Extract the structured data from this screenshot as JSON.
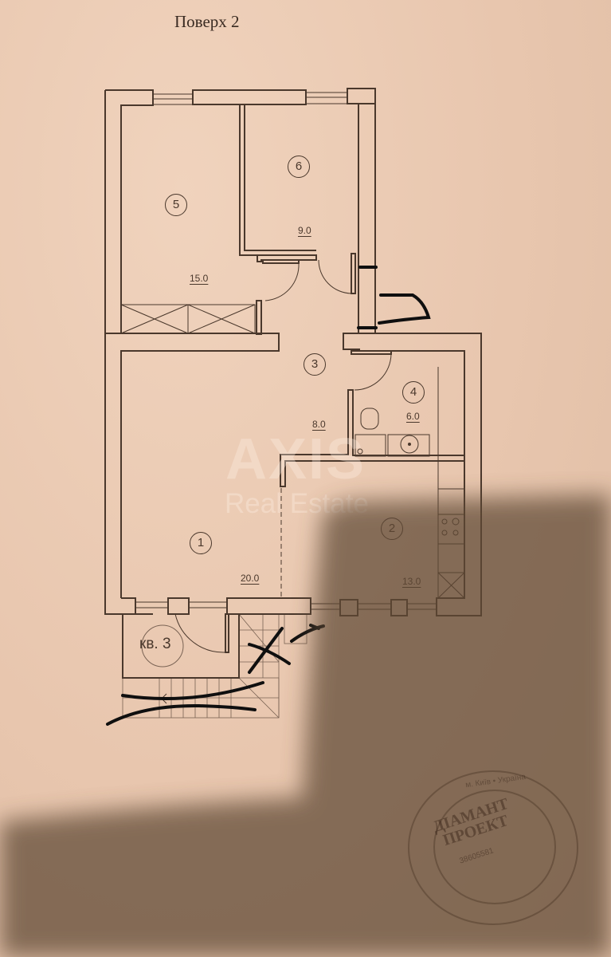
{
  "document": {
    "title": "Поверх 2",
    "watermark": {
      "main": "AXIS",
      "sub": "Real Estate"
    },
    "apartment_label": "кв. 3",
    "stamp": {
      "name": "ДІАМАНТ ПРОЕКТ",
      "ring_text": "м. Київ • Україна",
      "code": "38605581"
    }
  },
  "rooms": [
    {
      "number": "1",
      "area": "20.0"
    },
    {
      "number": "2",
      "area": "13.0"
    },
    {
      "number": "3",
      "area": "8.0"
    },
    {
      "number": "4",
      "area": "6.0"
    },
    {
      "number": "5",
      "area": "15.0"
    },
    {
      "number": "6",
      "area": "9.0"
    }
  ],
  "colors": {
    "paper": "#e9c9b2",
    "wall_line": "#4a382c",
    "shadow": "#5f4a35",
    "marker": "#0f0f0f"
  }
}
